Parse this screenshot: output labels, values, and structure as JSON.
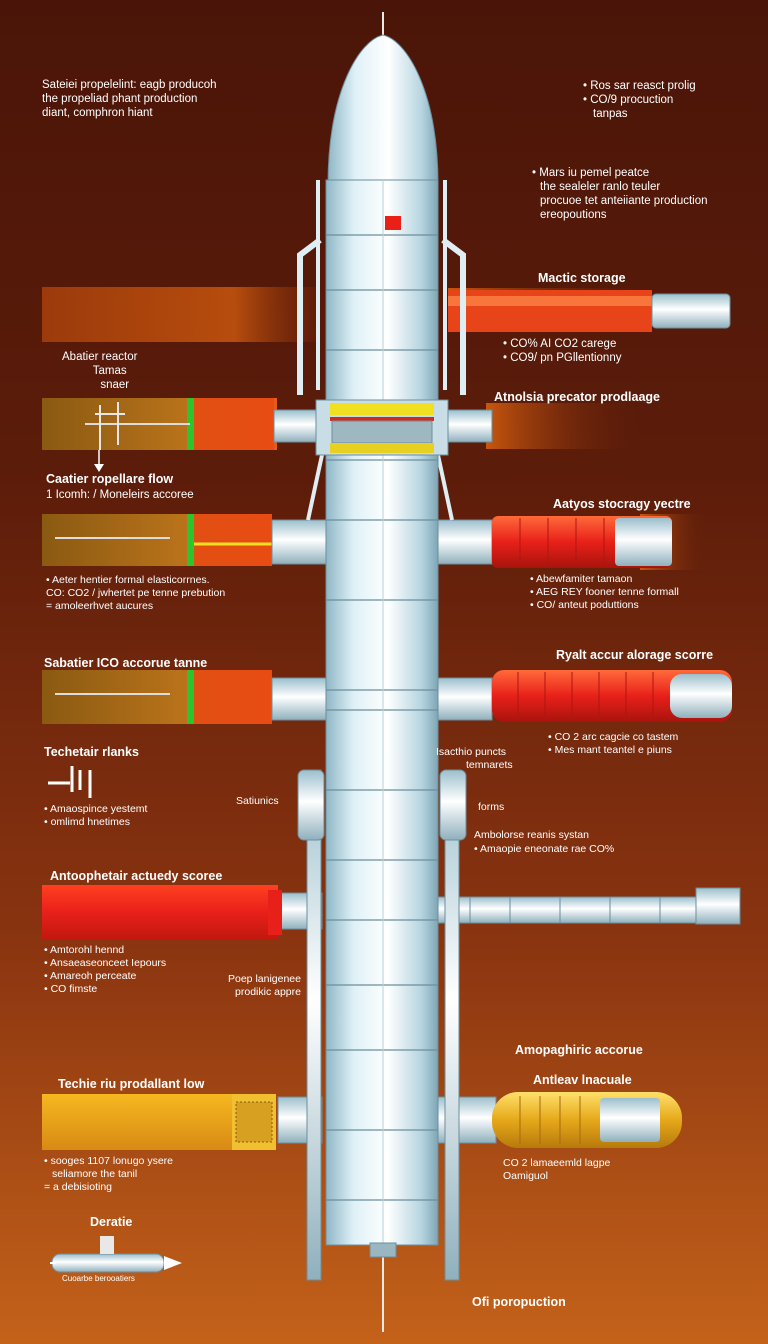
{
  "labels": {
    "top_left": [
      "Sateiei propelelint: eagb producoh",
      "the propeliad phant production",
      "diant, comphron hiant"
    ],
    "top_right": [
      "Ros sar reasct prolig",
      "CO/9 procuction",
      "tanpas"
    ],
    "mars_block": [
      "Mars iu pemel peatce",
      "the sealeler ranlo teuler",
      "procuoe tet anteiiante production",
      "ereopoutions"
    ],
    "mactic_storage": "Mactic storage",
    "co2_lines": [
      "CO% AI CO2 carege",
      "CO9/ pn PGllentionny"
    ],
    "abatier_reactor": [
      "Abatier reactor",
      "Tamas",
      "snaer"
    ],
    "atnoleia": "Atnolsia precator prodlaage",
    "cattier_flow": "Caatier ropellare flow",
    "cattier_sub": "1 Icomh: / Moneleirs accoree",
    "aatyos_storage": "Aatyos stocragy yectre",
    "left_bullets_1": [
      "Aeter hentier formal elasticorrnes.",
      "CO: CO2 / jwhertet pe tenne prebution",
      "= amoleerhvet aucures"
    ],
    "right_bullets_1": [
      "Abewfamiter tamaon",
      "AEG REY fooner tenne formall",
      "CO/ anteut poduttions"
    ],
    "sabatier_tanks": "Sabatier ICO accorue tanne",
    "ryalt_storage": "Ryalt accur alorage scorre",
    "right_bullets_2": [
      "CO 2 arc cagcie co tastem",
      "Mes mant teantel e piuns"
    ],
    "techeir_flanks": "Techetair rlanks",
    "left_bullets_2": [
      "Amaospince yestemt",
      "omlimd hnetimes"
    ],
    "technic_panels": [
      "Isacthio puncts",
      "temnarets"
    ],
    "satiunics": "Satiunics",
    "forms": "forms",
    "amboslorse": "Ambolorse reanis systan",
    "amospie_bullet": "Amaopie eneonate rae CO%",
    "atmospheric_score": "Antoophetair actuedy scoree",
    "left_bullets_3": [
      "Amtorohl hennd",
      "Ansaeaseonceet Iepours",
      "Amareoh perceate",
      "CO fimste"
    ],
    "poep_lanigenee": [
      "Poep lanigenee",
      "prodikic appre"
    ],
    "amopaghiric": "Amopaghiric accorue",
    "antleav": "Antleav lnacuale",
    "techie_flow": "Techie riu prodallant low",
    "left_bullets_4": [
      "sooges 1107 lonugo ysere",
      "seliamore the tanil",
      "= a debisioting"
    ],
    "co2_bottom": [
      "CO 2 lamaeemld lagpe",
      "Oamiguol"
    ],
    "deratie": "Deratie",
    "deratie_sub": "Cuoarbe berooatiers",
    "off_production": "Ofi poropuction"
  },
  "colors": {
    "background_top": "#4a1508",
    "background_bottom": "#c4621a",
    "rocket_body": "#cfe6ee",
    "tank_red": "#e8251a",
    "tank_orange": "#e87a1a",
    "tank_yellow": "#e6b21a",
    "ring_yellow": "#f0e020"
  }
}
